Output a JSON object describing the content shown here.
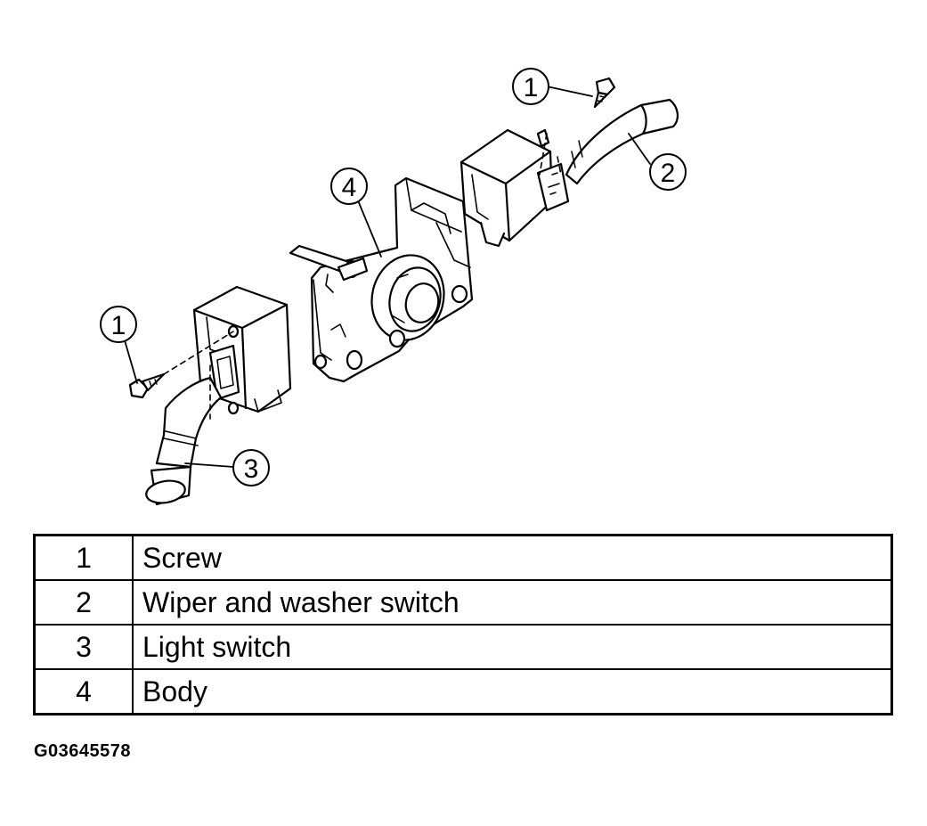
{
  "diagram": {
    "callouts": [
      {
        "number": "1"
      },
      {
        "number": "2"
      },
      {
        "number": "3"
      },
      {
        "number": "4"
      },
      {
        "number": "1"
      }
    ]
  },
  "legend": {
    "rows": [
      {
        "number": "1",
        "label": "Screw"
      },
      {
        "number": "2",
        "label": "Wiper and washer switch"
      },
      {
        "number": "3",
        "label": "Light switch"
      },
      {
        "number": "4",
        "label": "Body"
      }
    ]
  },
  "figure_id": "G03645578"
}
